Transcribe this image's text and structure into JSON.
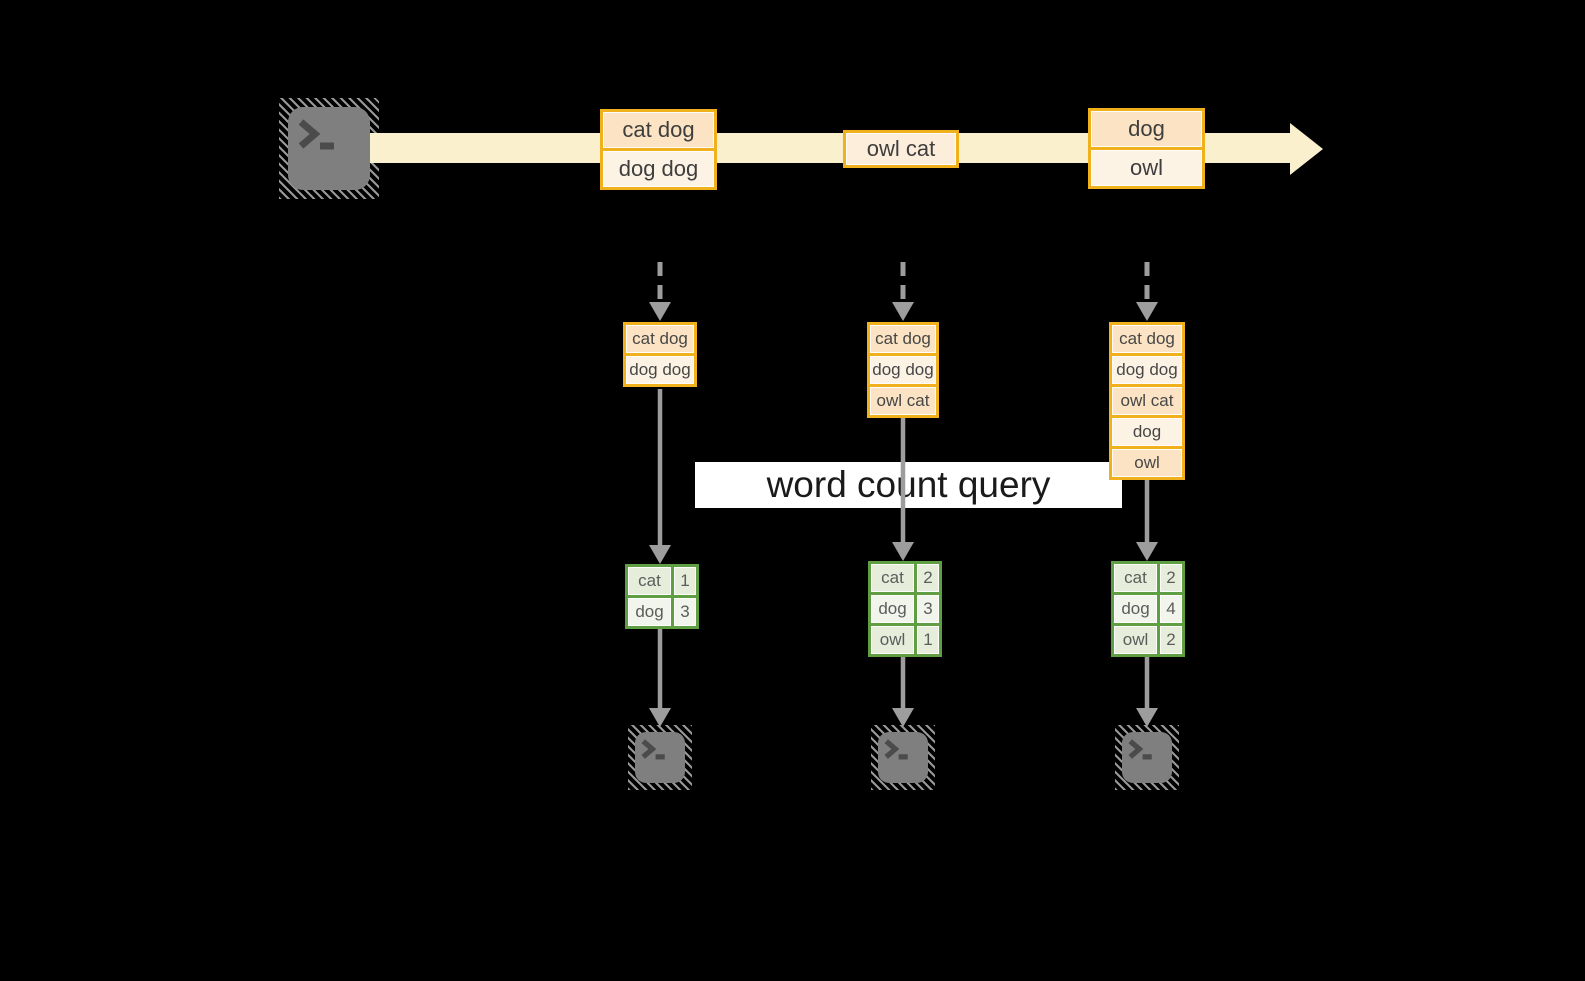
{
  "diagram": {
    "banner_label": "word count query",
    "stream_events": [
      {
        "rows": [
          "cat dog",
          "dog dog"
        ]
      },
      {
        "rows": [
          "owl cat"
        ]
      },
      {
        "rows": [
          "dog",
          "owl"
        ]
      }
    ],
    "buffers": [
      {
        "rows": [
          "cat dog",
          "dog dog"
        ]
      },
      {
        "rows": [
          "cat dog",
          "dog dog",
          "owl cat"
        ]
      },
      {
        "rows": [
          "cat dog",
          "dog dog",
          "owl cat",
          "dog",
          "owl"
        ]
      }
    ],
    "count_tables": [
      {
        "rows": [
          [
            "cat",
            "1"
          ],
          [
            "dog",
            "3"
          ]
        ]
      },
      {
        "rows": [
          [
            "cat",
            "2"
          ],
          [
            "dog",
            "3"
          ],
          [
            "owl",
            "1"
          ]
        ]
      },
      {
        "rows": [
          [
            "cat",
            "2"
          ],
          [
            "dog",
            "4"
          ],
          [
            "owl",
            "2"
          ]
        ]
      }
    ],
    "icons": {
      "source": "terminal-icon",
      "sinks": [
        "terminal-icon",
        "terminal-icon",
        "terminal-icon"
      ]
    },
    "colors": {
      "background": "#000000",
      "stream_band": "#fbf0cd",
      "record_border": "#f0b11c",
      "record_fill_dark": "#fbe3c3",
      "record_fill_light": "#fdf3e5",
      "table_border": "#5f9e42",
      "table_fill_dark": "#e6eedb",
      "table_fill_light": "#f1f5ec",
      "connector_gray": "#9d9d9d",
      "terminal_gray": "#7f7f7f",
      "banner_bg": "#ffffff"
    }
  }
}
